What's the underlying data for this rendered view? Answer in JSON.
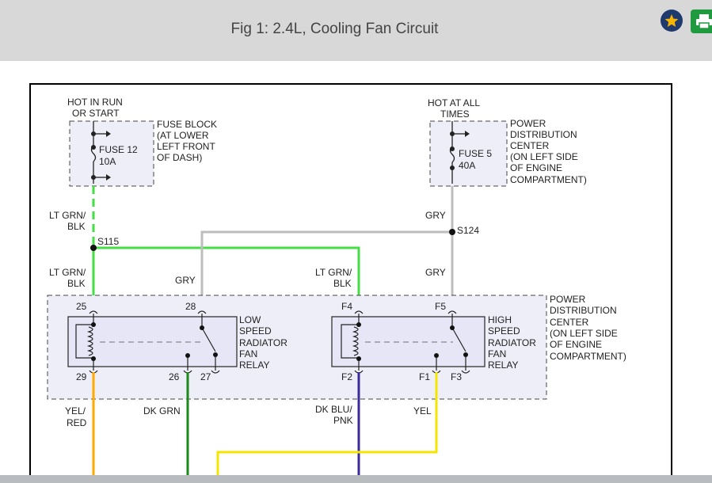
{
  "header": {
    "title": "Fig 1: 2.4L, Cooling Fan Circuit",
    "favorite_icon": "star-icon",
    "print_icon": "printer-icon",
    "colors": {
      "bar": "#d8d8d8",
      "favorite": "#1f3b6e",
      "print": "#1f9a3f"
    }
  },
  "diagram": {
    "hot_run_1": "HOT IN RUN",
    "hot_run_2": "OR START",
    "fuse_block_1": "FUSE BLOCK",
    "fuse_block_2": "(AT LOWER",
    "fuse_block_3": "LEFT FRONT",
    "fuse_block_4": "OF DASH)",
    "fuse12_1": "FUSE 12",
    "fuse12_2": "10A",
    "hot_all_1": "HOT AT ALL",
    "hot_all_2": "TIMES",
    "pdc_top_1": "POWER",
    "pdc_top_2": "DISTRIBUTION",
    "pdc_top_3": "CENTER",
    "pdc_top_4": "(ON LEFT SIDE",
    "pdc_top_5": "OF ENGINE",
    "pdc_top_6": "COMPARTMENT)",
    "fuse5_1": "FUSE 5",
    "fuse5_2": "40A",
    "wire_ltgrn_1": "LT GRN/",
    "wire_ltgrn_2": "BLK",
    "wire_gry": "GRY",
    "splice_s115": "S115",
    "splice_s124": "S124",
    "pin_25": "25",
    "pin_28": "28",
    "pin_29": "29",
    "pin_26": "26",
    "pin_27": "27",
    "pin_f4": "F4",
    "pin_f5": "F5",
    "pin_f2": "F2",
    "pin_f1": "F1",
    "pin_f3": "F3",
    "low_relay_1": "LOW",
    "low_relay_2": "SPEED",
    "low_relay_3": "RADIATOR",
    "low_relay_4": "FAN",
    "low_relay_5": "RELAY",
    "high_relay_1": "HIGH",
    "high_relay_2": "SPEED",
    "high_relay_3": "RADIATOR",
    "high_relay_4": "FAN",
    "high_relay_5": "RELAY",
    "pdc_right_1": "POWER",
    "pdc_right_2": "DISTRIBUTION",
    "pdc_right_3": "CENTER",
    "pdc_right_4": "(ON LEFT SIDE",
    "pdc_right_5": "OF ENGINE",
    "pdc_right_6": "COMPARTMENT)",
    "wire_yelred_1": "YEL/",
    "wire_yelred_2": "RED",
    "wire_dkgrn": "DK GRN",
    "wire_dkblu_1": "DK BLU/",
    "wire_dkblu_2": "PNK",
    "wire_yel": "YEL",
    "colors": {
      "lt_grn_blk": "#44dd44",
      "gry": "#bdbdbd",
      "dk_grn": "#1a8a1a",
      "yel_red": "#ffaa00",
      "dk_blu_pnk": "#3a2a9a",
      "yel": "#f5e600",
      "box_fill": "#eeeef8",
      "relay_fill": "#e6e6f6"
    }
  }
}
